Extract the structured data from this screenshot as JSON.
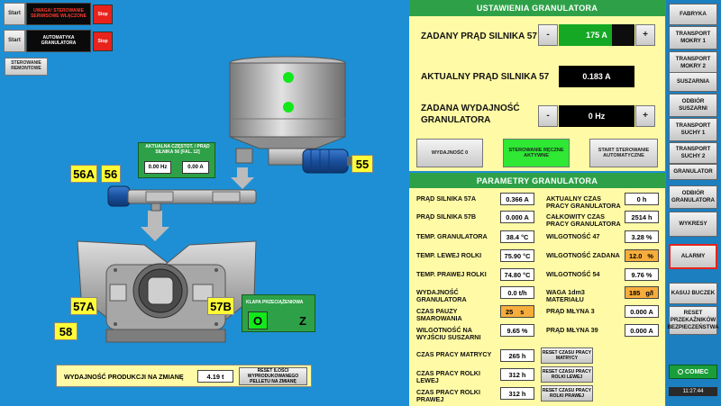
{
  "top": {
    "start1": "Start",
    "banner1": "UWAGA! STEROWANIE SERWISOWE WŁĄCZONE",
    "stop1": "Stop",
    "start2": "Start",
    "banner2": "AUTOMATYKA GRANULATORA",
    "stop2": "Stop",
    "service_btn": "STEROWANIE REMONTOWE"
  },
  "machine": {
    "freq_title": "AKTUALNA CZĘSTOT. / PRĄD SILNIKA 56 [FAL. 12]",
    "freq_hz": "0.00 Hz",
    "freq_a": "0.00 A",
    "labels": {
      "l56a": "56A",
      "l56": "56",
      "l55": "55",
      "l57a": "57A",
      "l57b": "57B",
      "l58": "58"
    },
    "flap_title": "KLAPA PRZECIĄŻENIOWA",
    "flap_o": "O",
    "flap_z": "Z",
    "production_label": "WYDAJNOŚĆ PRODUKCJI NA ZMIANĘ",
    "production_value": "4.19 t",
    "reset_pellet": "RESET ILOŚCI WYPRODUKOWANEGO PELLETU NA ZMIANĘ"
  },
  "settings": {
    "title": "USTAWIENIA GRANULATORA",
    "set_current_label": "ZADANY PRĄD SILNIKA 57",
    "set_current_value": "175 A",
    "actual_current_label": "AKTUALNY PRĄD SILNIKA 57",
    "actual_current_value": "0.183 A",
    "set_eff_label": "ZADANA WYDAJNOŚĆ GRANULATORA",
    "set_eff_value": "0 Hz",
    "minus": "-",
    "plus": "+",
    "btn_eff0": "WYDAJNOŚĆ 0",
    "btn_manual": "STEROWANIE RĘCZNE AKTYWNE",
    "btn_auto": "START STEROWANIE AUTOMATYCZNE"
  },
  "params": {
    "title": "PARAMETRY GRANULATORA",
    "left": [
      {
        "label": "PRĄD SILNIKA 57A",
        "value": "0.366 A"
      },
      {
        "label": "PRĄD SILNIKA 57B",
        "value": "0.000 A"
      },
      {
        "label": "TEMP. GRANULATORA",
        "value": "38.4 °C"
      },
      {
        "label": "TEMP. LEWEJ ROLKI",
        "value": "75.90 °C"
      },
      {
        "label": "TEMP. PRAWEJ ROLKI",
        "value": "74.80 °C"
      },
      {
        "label": "WYDAJNOŚĆ GRANULATORA",
        "value": "0.0 t/h"
      },
      {
        "label": "CZAS PAUZY SMAROWANIA",
        "value": "25",
        "unit": "s"
      },
      {
        "label": "WILGOTNOŚĆ NA WYJŚCIU SUSZARNI",
        "value": "9.65 %"
      }
    ],
    "right": [
      {
        "label": "AKTUALNY CZAS PRACY GRANULATORA",
        "value": "0 h"
      },
      {
        "label": "CAŁKOWITY CZAS PRACY GRANULATORA",
        "value": "2514 h"
      },
      {
        "label": "WILGOTNOŚĆ 47",
        "value": "3.28 %"
      },
      {
        "label": "WILGOTNOŚĆ ZADANA",
        "value": "12.0",
        "unit": "%"
      },
      {
        "label": "WILGOTNOŚĆ 54",
        "value": "9.76 %"
      },
      {
        "label": "WAGA 1dm3 MATERIAŁU",
        "value": "185",
        "unit": "g/l"
      },
      {
        "label": "PRĄD MŁYNA 3",
        "value": "0.000 A"
      },
      {
        "label": "PRĄD MŁYNA 39",
        "value": "0.000 A"
      }
    ],
    "bottom": [
      {
        "label": "CZAS PRACY MATRYCY",
        "value": "265 h",
        "reset": "RESET CZASU PRACY MATRYCY"
      },
      {
        "label": "CZAS PRACY ROLKI LEWEJ",
        "value": "312 h",
        "reset": "RESET CZASU PRACY ROLKI LEWEJ"
      },
      {
        "label": "CZAS PRACY ROLKI PRAWEJ",
        "value": "312 h",
        "reset": "RESET CZASU PRACY ROLKI PRAWEJ"
      }
    ]
  },
  "sidebar": {
    "items": [
      "FABRYKA",
      "TRANSPORT MOKRY 1",
      "TRANSPORT MOKRY 2",
      "SUSZARNIA",
      "ODBIÓR SUSZARNI",
      "TRANSPORT SUCHY 1",
      "TRANSPORT SUCHY 2",
      "GRANULATOR",
      "ODBIÓR GRANULATORA"
    ],
    "wykresy": "WYKRESY",
    "alarmy": "ALARMY",
    "kasuj": "KASUJ BUCZEK",
    "reset": "RESET PRZEKAŹNIKÓW BEZPIECZEŃSTWA",
    "logo": "COMEC",
    "time": "11:27:44"
  },
  "colors": {
    "background": "#1e8fd4",
    "panel": "#fffaa5",
    "green": "#2ea148",
    "alarm_red": "#e8231c"
  }
}
